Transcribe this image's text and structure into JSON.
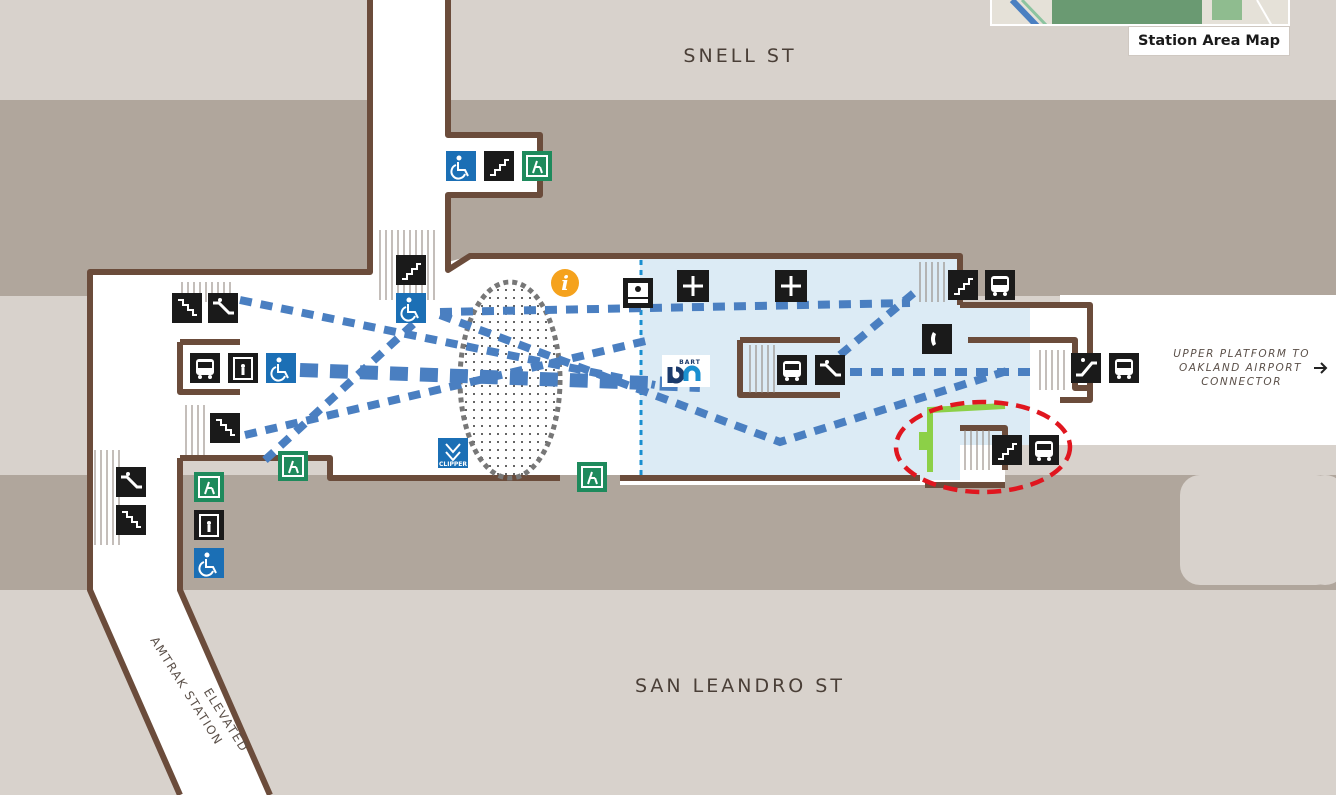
{
  "streets": {
    "north": "SNELL ST",
    "south": "SAN LEANDRO ST"
  },
  "labels": {
    "elevated_line1": "ELEVATED",
    "elevated_line2": "AMTRAK STATION",
    "connector_line1": "UPPER PLATFORM TO",
    "connector_line2": "OAKLAND AIRPORT",
    "connector_line3": "CONNECTOR",
    "clipper": "CLIPPER",
    "bart_logo": "BART",
    "info": "i"
  },
  "controls": {
    "station_area_map": "Station Area Map"
  },
  "colors": {
    "background": "#d8d2cc",
    "street_band": "#b0a69c",
    "walkway": "#ffffff",
    "paid_area": "#dcebf5",
    "wall": "#6b4c3b",
    "route_dots": "#4a7fc1",
    "highlight_ring": "#e0161f",
    "green_path": "#8cd047",
    "access_blue": "#1b6fb5",
    "exit_green": "#1e8a5c",
    "info_orange": "#f5a21d",
    "icon_black": "#1a1a1a"
  },
  "icons": [
    "accessible-icon",
    "stairs-icon",
    "exit-icon",
    "elevator-icon",
    "escalator-icon",
    "bus-icon",
    "phone-icon",
    "first-aid-icon",
    "info-icon",
    "clipper-icon",
    "bart-logo-icon"
  ]
}
